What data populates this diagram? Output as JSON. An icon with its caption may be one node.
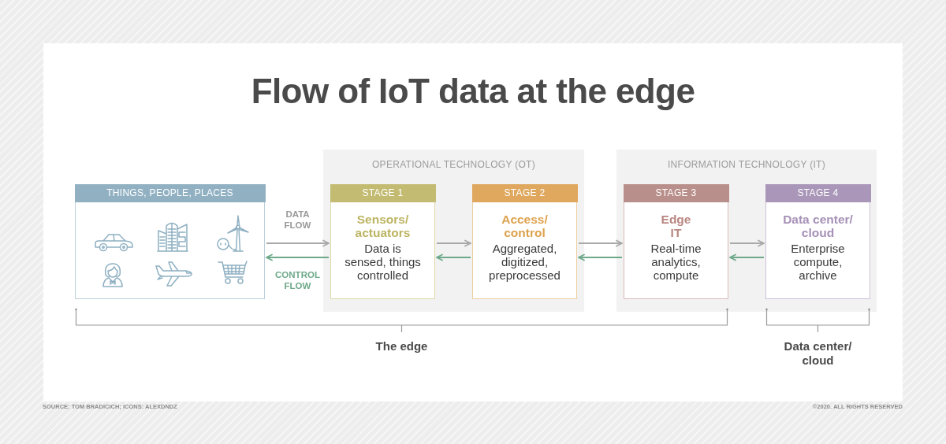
{
  "diagram": {
    "title": "Flow of IoT data at the edge",
    "nodes": [
      {
        "text": [
          "THINGS, PEOPLE, PLACES"
        ]
      },
      {
        "text": [
          "OPERATIONAL TECHNOLOGY (OT)"
        ]
      },
      {
        "text": [
          "STAGE 1",
          "Sensors/ actuators",
          "Data is sensed, things controlled"
        ],
        "in": 1
      },
      {
        "text": [
          "STAGE 2",
          "Access/ control",
          "Aggregated, digitized, preprocessed"
        ],
        "in": 1
      },
      {
        "text": [
          "INFORMATION TECHNOLOGY (IT)"
        ]
      },
      {
        "text": [
          "STAGE 3",
          "Edge IT",
          "Real-time analytics, compute"
        ],
        "in": 4
      },
      {
        "text": [
          "STAGE 4",
          "Data center/ cloud",
          "Enterprise compute, archive"
        ],
        "in": 4
      }
    ],
    "edges": [
      {
        "from": 0,
        "to": 2,
        "arrow": "to",
        "label": "DATA FLOW"
      },
      {
        "from": 2,
        "to": 0,
        "arrow": "to",
        "label": "CONTROL FLOW",
        "color": "#6ea98a"
      },
      {
        "from": 2,
        "to": 3,
        "arrow": "to"
      },
      {
        "from": 3,
        "to": 2,
        "arrow": "to",
        "color": "#6ea98a"
      },
      {
        "from": 3,
        "to": 5,
        "arrow": "to"
      },
      {
        "from": 5,
        "to": 3,
        "arrow": "to",
        "color": "#6ea98a"
      },
      {
        "from": 5,
        "to": 6,
        "arrow": "to"
      },
      {
        "from": 6,
        "to": 5,
        "arrow": "to",
        "color": "#6ea98a"
      }
    ],
    "labels": [
      "The edge",
      "Data center/ cloud",
      "SOURCE: TOM BRADICICH; ICONS: ALEXDNDZ",
      "©2020. ALL RIGHTS RESERVED"
    ]
  }
}
